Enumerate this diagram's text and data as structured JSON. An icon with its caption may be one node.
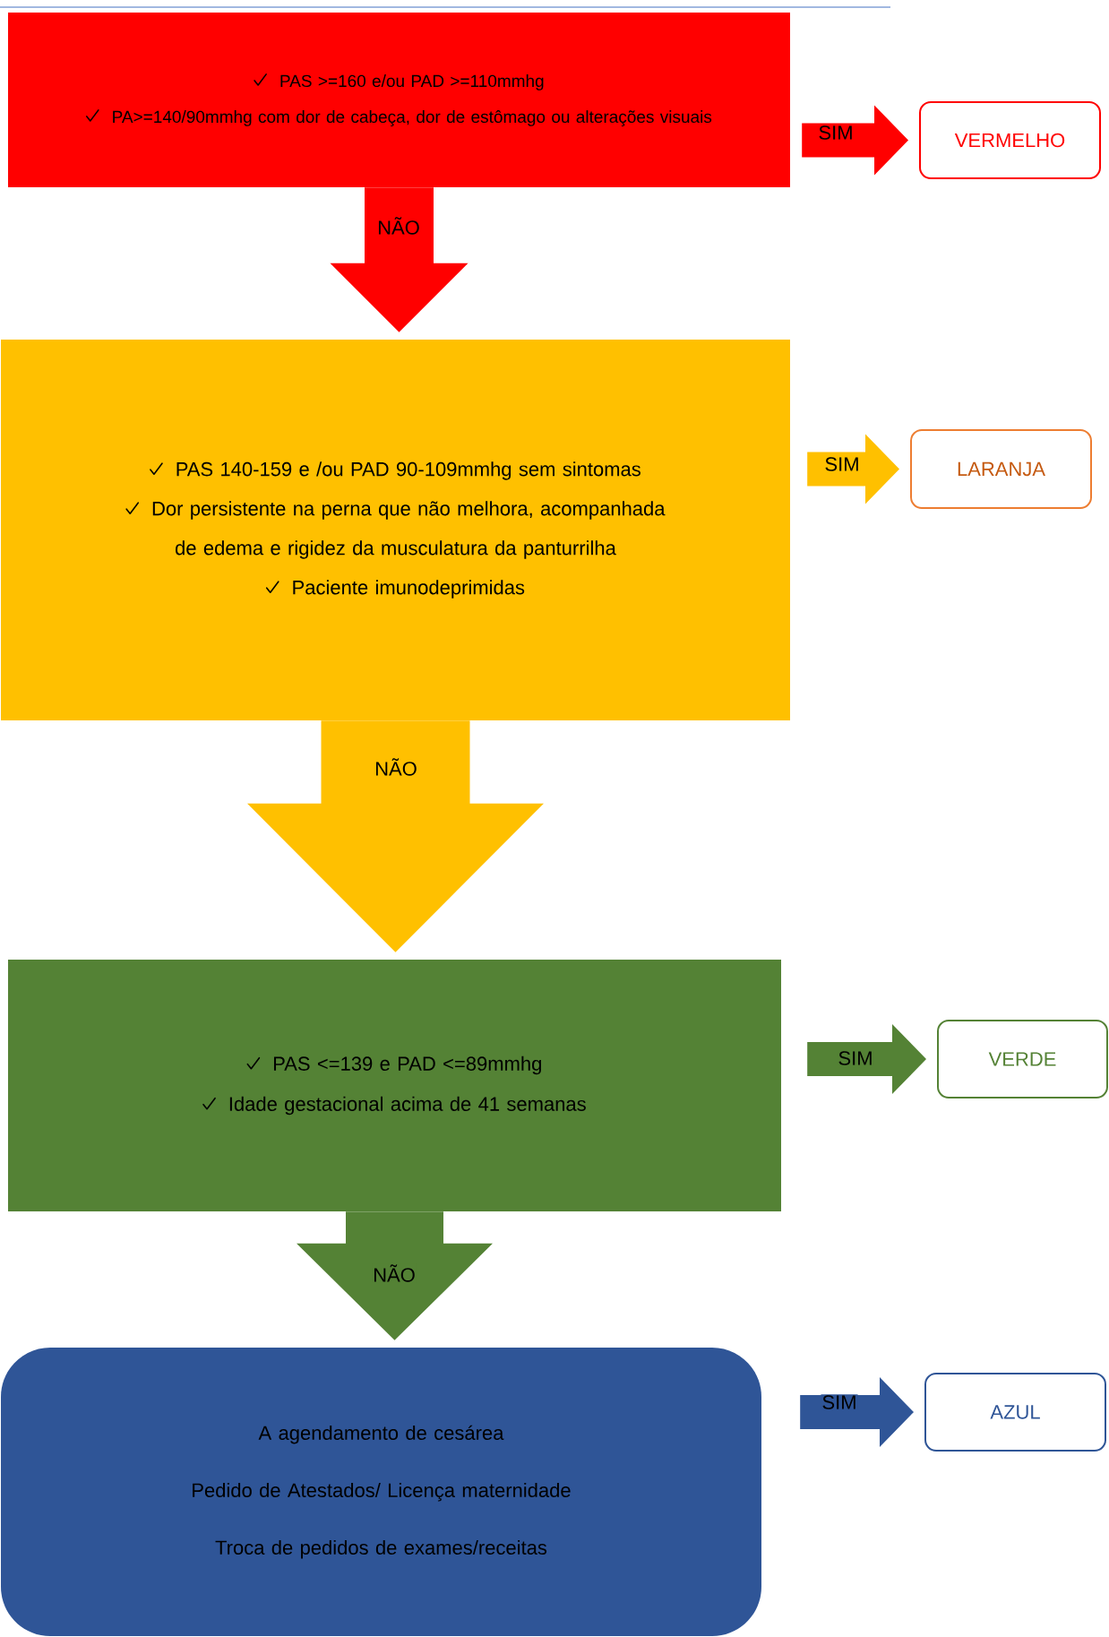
{
  "diagram": {
    "nodes": [
      {
        "text": [
          "PAS >=160 e/ou PAD >=110mmhg",
          "PA>=140/90mmhg com dor de cabeça, dor de estômago ou alterações visuais"
        ]
      },
      {
        "text": [
          "VERMELHO"
        ]
      },
      {
        "text": [
          "PAS 140-159 e /ou PAD 90-109mmhg sem sintomas",
          "Dor persistente na perna que não melhora, acompanhada de edema e rigidez da musculatura da panturrilha",
          "Paciente imunodeprimidas"
        ]
      },
      {
        "text": [
          "LARANJA"
        ]
      },
      {
        "text": [
          "PAS <=139 e PAD <=89mmhg",
          "Idade gestacional acima de 41 semanas"
        ]
      },
      {
        "text": [
          "VERDE"
        ]
      },
      {
        "text": [
          "A agendamento de cesárea",
          "Pedido de Atestados/ Licença maternidade",
          "Troca de pedidos de exames/receitas"
        ]
      },
      {
        "text": [
          "AZUL"
        ]
      }
    ],
    "edges": [
      {
        "from": 0,
        "to": 1,
        "arrow": "to",
        "label": "SIM",
        "style": "thick",
        "color": "#ff0000"
      },
      {
        "from": 0,
        "to": 2,
        "arrow": "to",
        "label": "NÃO",
        "style": "thick",
        "color": "#ff0000"
      },
      {
        "from": 2,
        "to": 3,
        "arrow": "to",
        "label": "SIM",
        "style": "thick",
        "color": "#ffc000"
      },
      {
        "from": 2,
        "to": 4,
        "arrow": "to",
        "label": "NÃO",
        "style": "thick",
        "color": "#ffc000"
      },
      {
        "from": 4,
        "to": 5,
        "arrow": "to",
        "label": "SIM",
        "style": "thick",
        "color": "#548235"
      },
      {
        "from": 4,
        "to": 6,
        "arrow": "to",
        "label": "NÃO",
        "style": "thick",
        "color": "#548235"
      },
      {
        "from": 6,
        "to": 7,
        "arrow": "to",
        "label": "SIM",
        "style": "thick",
        "color": "#2f5597"
      }
    ]
  }
}
